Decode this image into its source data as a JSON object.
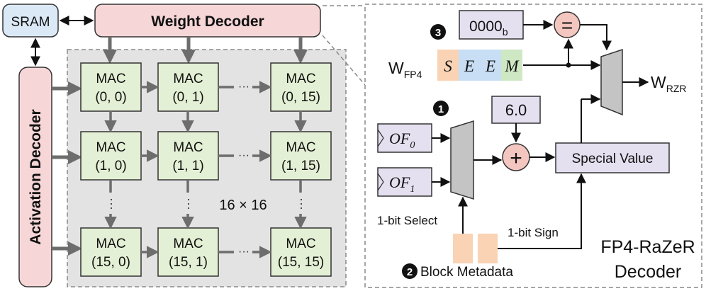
{
  "blocks": {
    "sram": "SRAM",
    "weight_decoder": "Weight Decoder",
    "activation_decoder": "Activation Decoder"
  },
  "mac_array": {
    "cell_label": "MAC",
    "rows": [
      "0",
      "1",
      "15"
    ],
    "cols": [
      "0",
      "1",
      "15"
    ],
    "size_label": "16 × 16"
  },
  "decoder": {
    "step1": "1",
    "step2": "2",
    "step3": "3",
    "zero_const": "0000",
    "zero_const_sub": "b",
    "equals_symbol": "=",
    "w_fp4": "W",
    "w_fp4_sub": "FP4",
    "w_rzr": "W",
    "w_rzr_sub": "RZR",
    "fp4_fields": [
      {
        "label": "S",
        "color": "#f9d3b4"
      },
      {
        "label": "E",
        "color": "#c7def4"
      },
      {
        "label": "E",
        "color": "#c7def4"
      },
      {
        "label": "M",
        "color": "#cfe8c4"
      }
    ],
    "of0": "OF",
    "of0_sub": "0",
    "of1": "OF",
    "of1_sub": "1",
    "const_six": "6.0",
    "plus_symbol": "+",
    "special_value": "Special Value",
    "select_label": "1-bit Select",
    "sign_label": "1-bit Sign",
    "block_metadata": "Block Metadata",
    "title_line1": "FP4-RaZeR",
    "title_line2": "Decoder"
  },
  "colors": {
    "sram_fill": "#dbe9f7",
    "decoder_fill": "#f6d6d7",
    "mac_fill": "#e4f0d5",
    "array_bg": "#e3e3e3",
    "purple_fill": "#e5e0f0",
    "metadata_fill": "#f9d3b4",
    "arrow_gray": "#6d6d6d",
    "mux_fill": "#c4c4c4"
  }
}
